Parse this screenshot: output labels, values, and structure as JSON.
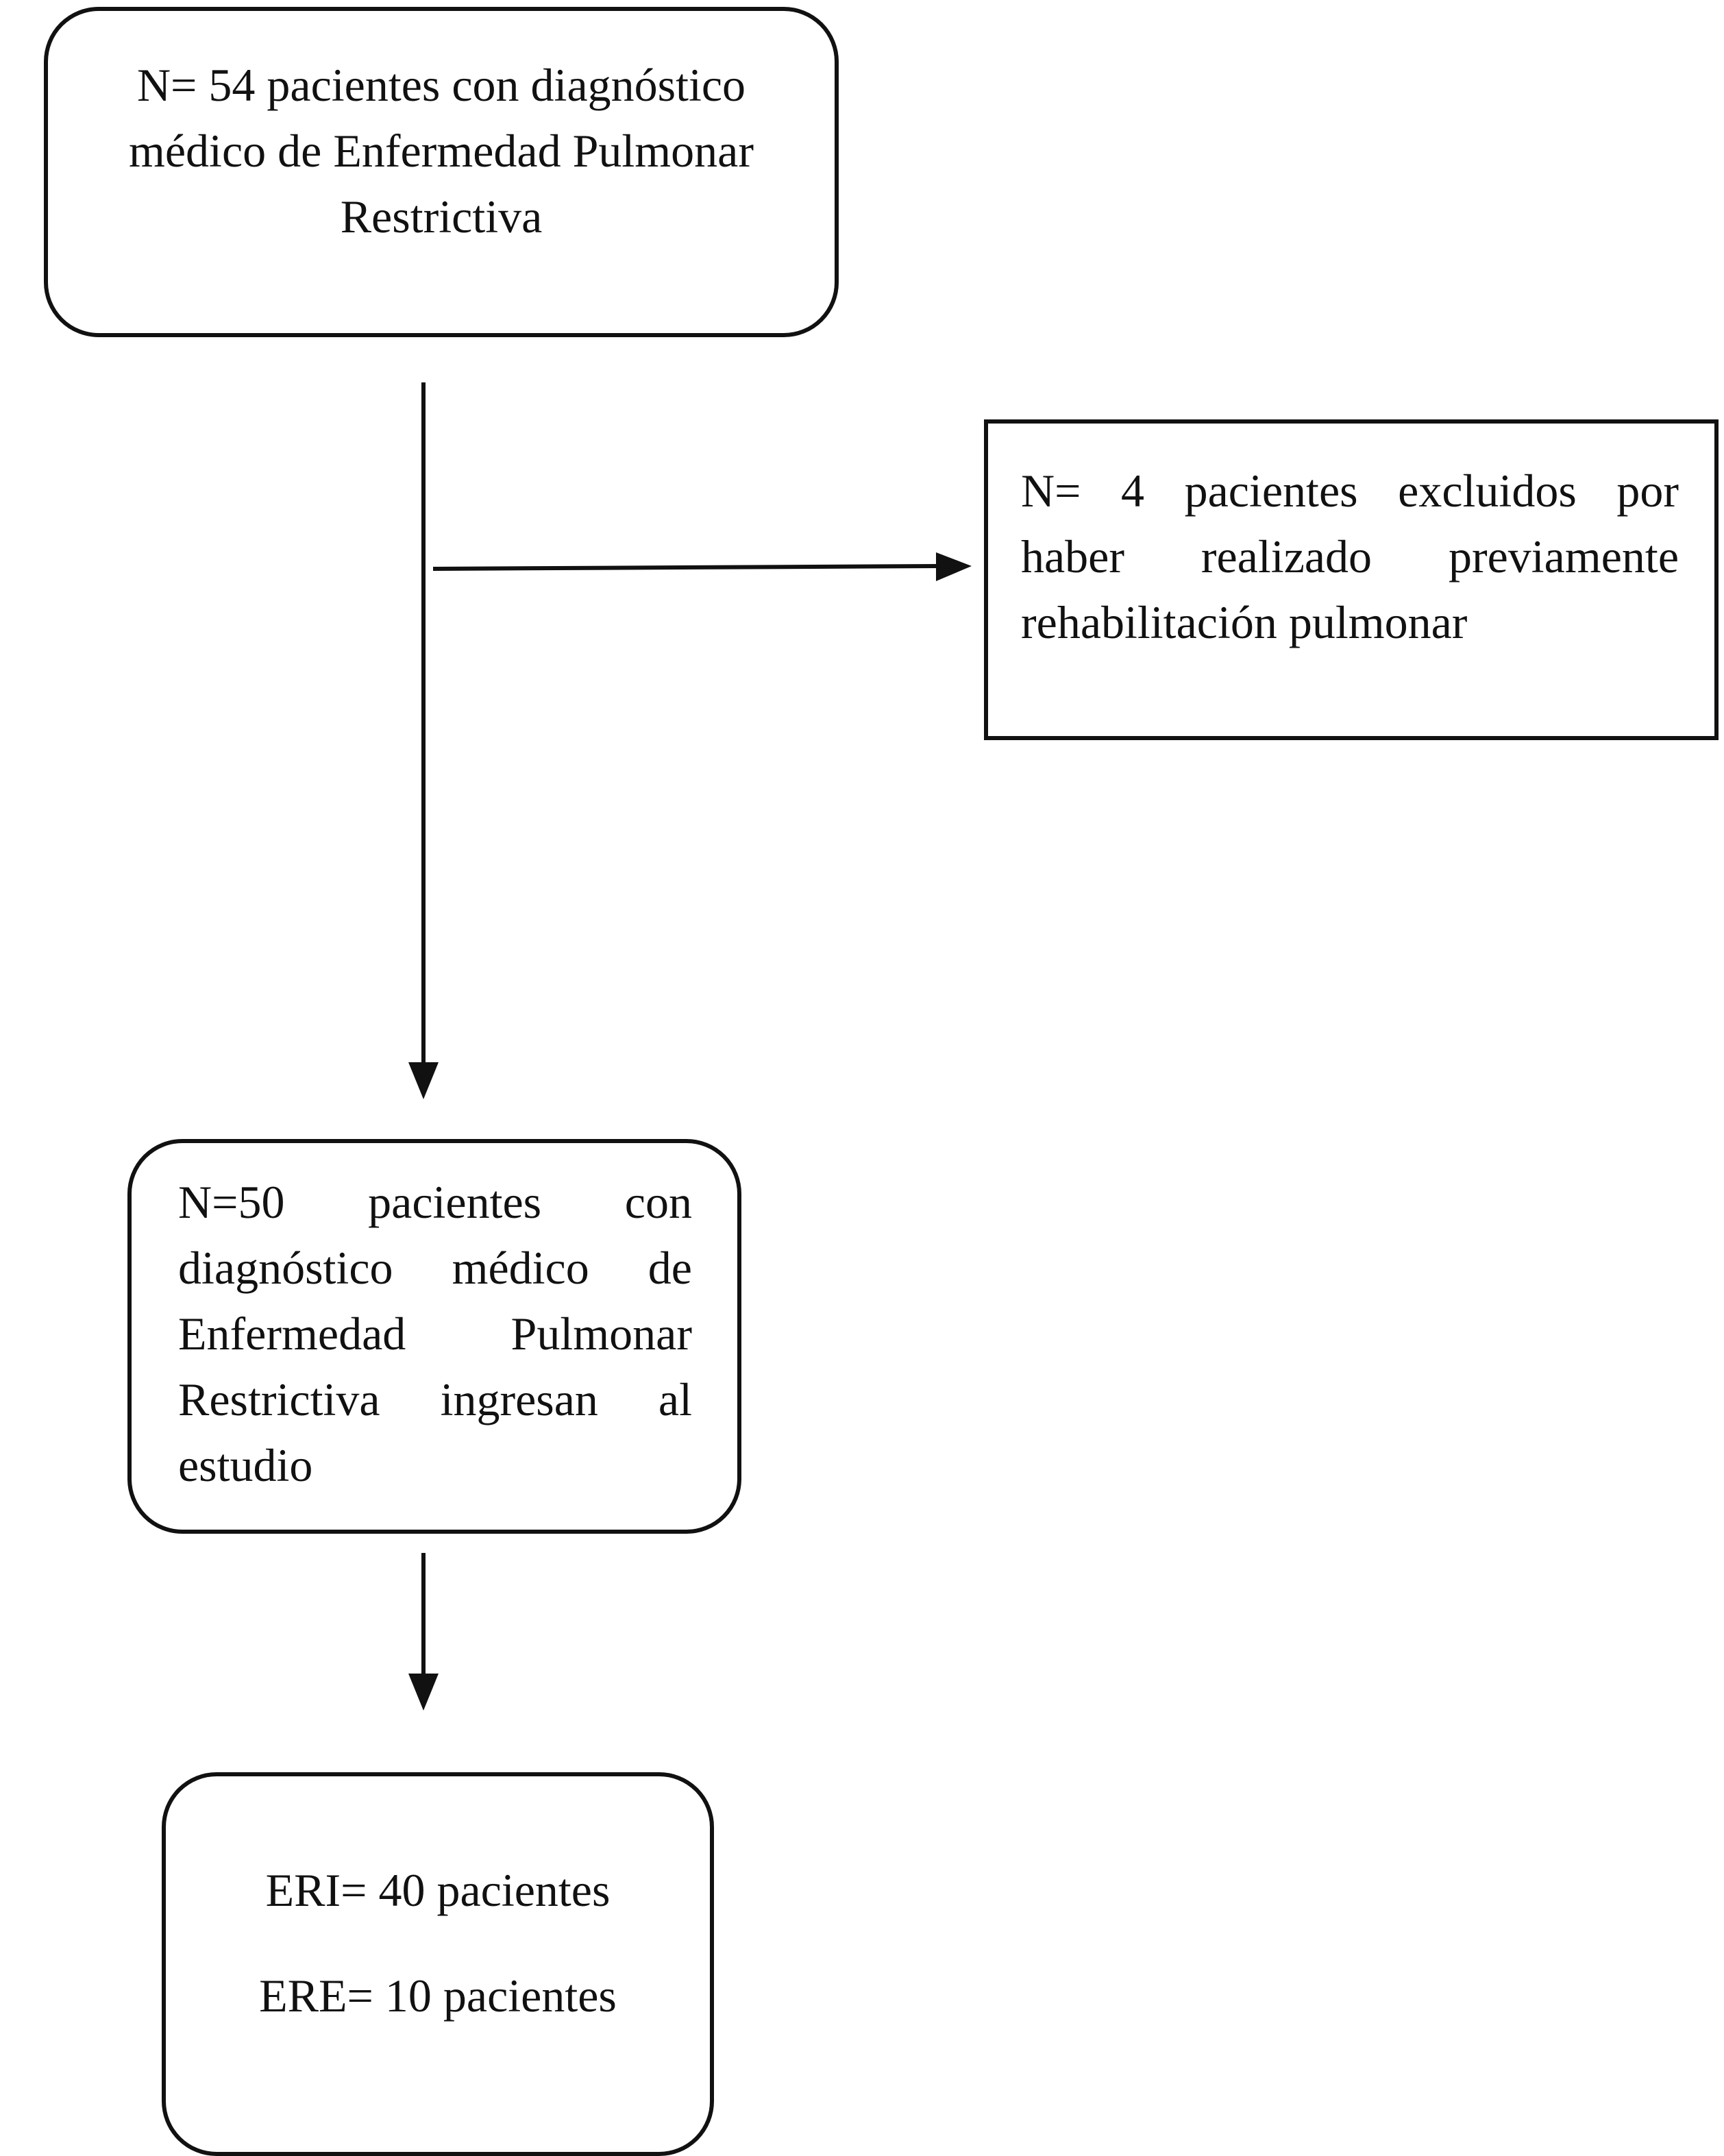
{
  "boxes": {
    "initial": {
      "lines": [
        "N= 54 pacientes con diagnóstico",
        "médico de Enfermedad Pulmonar",
        "Restrictiva"
      ]
    },
    "excluded": {
      "lines": [
        "N= 4 pacientes excluidos por",
        "haber realizado previamente",
        "rehabilitación pulmonar"
      ]
    },
    "included": {
      "lines": [
        "N=50 pacientes con",
        "diagnóstico médico de",
        "Enfermedad Pulmonar",
        "Restrictiva ingresan al",
        "estudio"
      ]
    },
    "groups": {
      "eri": "ERI= 40 pacientes",
      "ere": "ERE= 10 pacientes"
    }
  },
  "colors": {
    "stroke": "#111111",
    "background": "#ffffff"
  }
}
